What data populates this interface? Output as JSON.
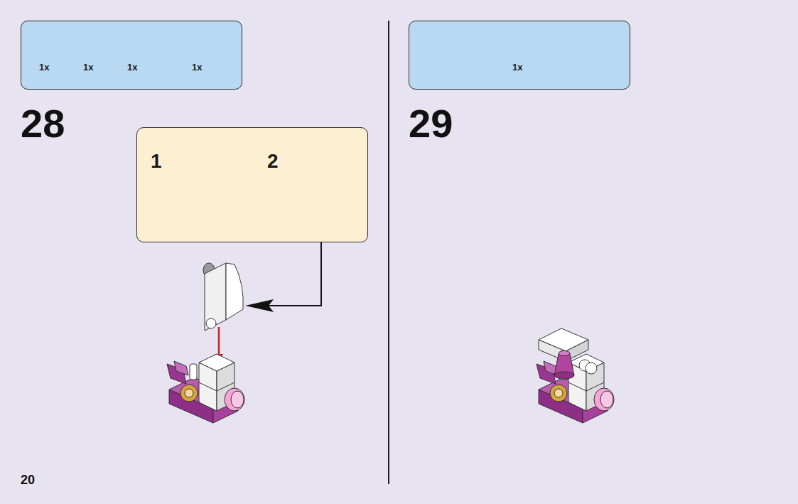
{
  "diagram": {
    "nodes": [
      {
        "text": [
          "1x",
          "1x",
          "1x",
          "1x"
        ]
      },
      {
        "text": [
          "1",
          "2"
        ]
      },
      {
        "text": [
          "1x"
        ]
      }
    ],
    "labels": [
      "28",
      "29",
      "20"
    ]
  }
}
